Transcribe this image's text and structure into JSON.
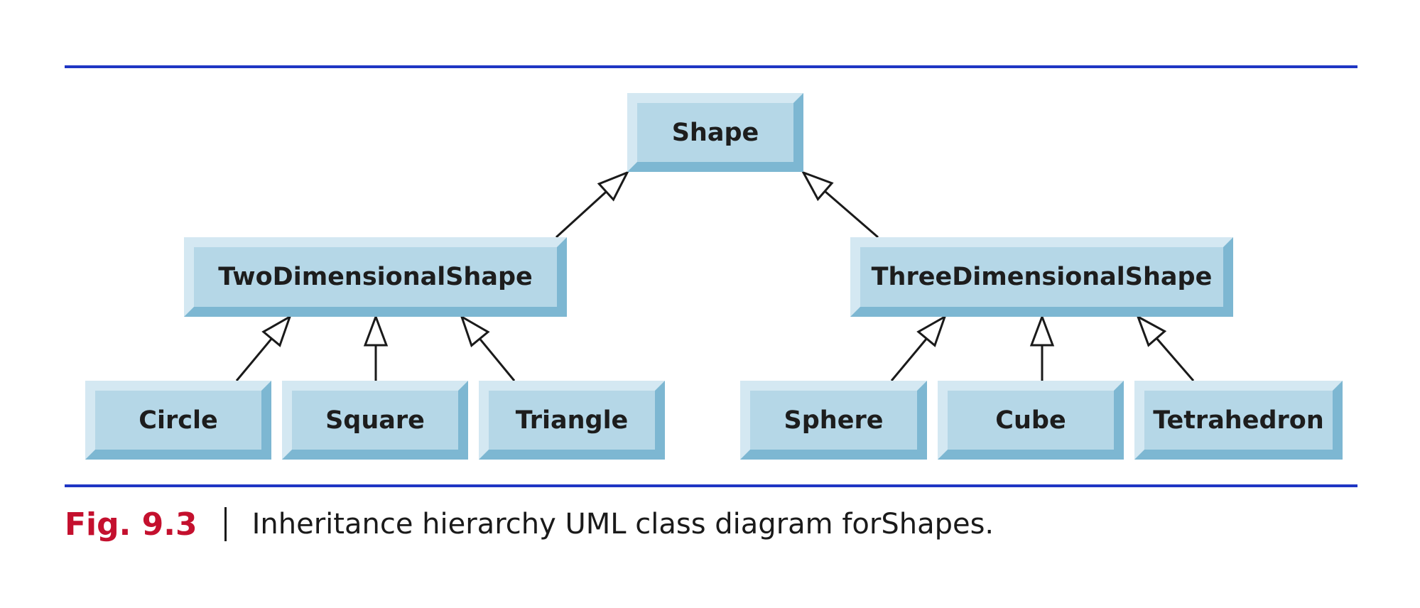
{
  "diagram": {
    "classes": {
      "shape": "Shape",
      "two_dimensional_shape": "TwoDimensionalShape",
      "three_dimensional_shape": "ThreeDimensionalShape",
      "circle": "Circle",
      "square": "Square",
      "triangle": "Triangle",
      "sphere": "Sphere",
      "cube": "Cube",
      "tetrahedron": "Tetrahedron"
    },
    "generalizations": [
      {
        "child": "TwoDimensionalShape",
        "parent": "Shape"
      },
      {
        "child": "ThreeDimensionalShape",
        "parent": "Shape"
      },
      {
        "child": "Circle",
        "parent": "TwoDimensionalShape"
      },
      {
        "child": "Square",
        "parent": "TwoDimensionalShape"
      },
      {
        "child": "Triangle",
        "parent": "TwoDimensionalShape"
      },
      {
        "child": "Sphere",
        "parent": "ThreeDimensionalShape"
      },
      {
        "child": "Cube",
        "parent": "ThreeDimensionalShape"
      },
      {
        "child": "Tetrahedron",
        "parent": "ThreeDimensionalShape"
      }
    ],
    "colors": {
      "rule": "#1f36c4",
      "box_face": "#b5d7e7",
      "box_shadow": "#7db7d2",
      "box_highlight": "#d4e8f2",
      "figure_number": "#c4102e"
    }
  },
  "caption": {
    "figure_number": "Fig. 9.3",
    "text": "Inheritance hierarchy UML class diagram for ",
    "code": "Shapes",
    "end": "."
  }
}
